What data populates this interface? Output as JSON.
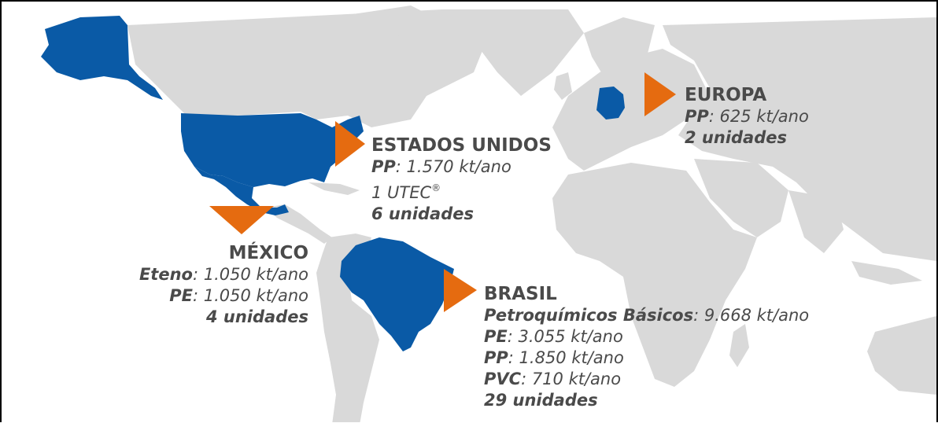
{
  "colors": {
    "land": "#d9d9d9",
    "highlight": "#0a5aa6",
    "marker": "#e56b10",
    "text": "#4a4a4a"
  },
  "regions": {
    "usa": {
      "title": "ESTADOS UNIDOS",
      "pp_key": "PP",
      "pp_value": ": 1.570 kt/ano",
      "utec_text": "1 UTEC",
      "utec_sup": "®",
      "units": "6 unidades"
    },
    "europe": {
      "title": "EUROPA",
      "pp_key": "PP",
      "pp_value": ": 625 kt/ano",
      "units": "2 unidades"
    },
    "mexico": {
      "title": "MÉXICO",
      "eteno_key": "Eteno",
      "eteno_value": ": 1.050 kt/ano",
      "pe_key": "PE",
      "pe_value": ": 1.050 kt/ano",
      "units": "4 unidades"
    },
    "brazil": {
      "title": "BRASIL",
      "basic_key": "Petroquímicos Básicos",
      "basic_value": ": 9.668 kt/ano",
      "pe_key": "PE",
      "pe_value": ": 3.055 kt/ano",
      "pp_key": "PP",
      "pp_value": ": 1.850 kt/ano",
      "pvc_key": "PVC",
      "pvc_value": ": 710 kt/ano",
      "units": "29 unidades"
    }
  }
}
